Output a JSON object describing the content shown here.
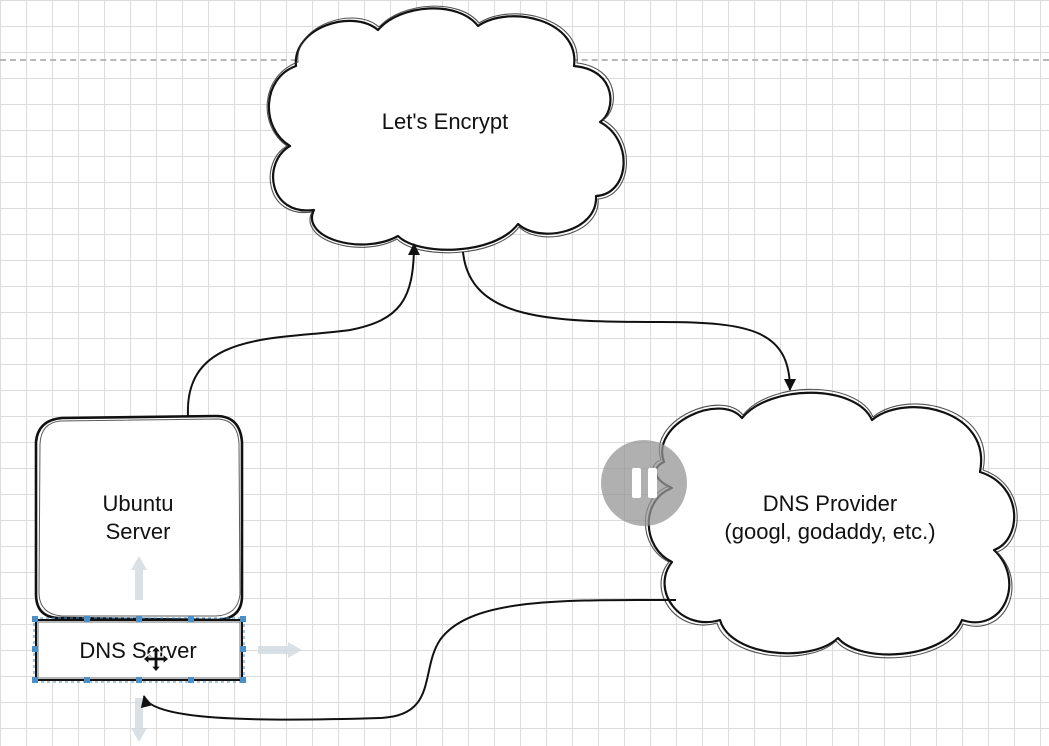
{
  "nodes": {
    "letsencrypt": {
      "label": "Let's Encrypt",
      "shape": "cloud"
    },
    "ubuntu_server": {
      "label": "Ubuntu\nServer",
      "shape": "rounded-rectangle"
    },
    "dns_provider": {
      "label": "DNS Provider\n(googl, godaddy, etc.)",
      "shape": "cloud"
    },
    "dns_server": {
      "label": "DNS Server",
      "shape": "rectangle",
      "selected": true
    }
  },
  "edges": [
    {
      "from": "ubuntu_server",
      "to": "letsencrypt"
    },
    {
      "from": "letsencrypt",
      "to": "dns_provider"
    },
    {
      "from": "dns_provider",
      "to": "dns_server"
    }
  ],
  "colors": {
    "grid_line": "#dcdcdc",
    "stroke": "#111111",
    "selection_handle": "#4a90c8",
    "pause_overlay": "#969696"
  },
  "icons": [
    "pause-icon",
    "move-icon"
  ]
}
